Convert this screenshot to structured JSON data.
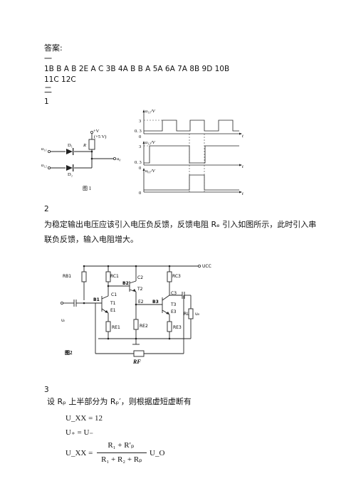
{
  "header": {
    "answers_label": "答案:"
  },
  "section1": {
    "marker": "一",
    "line1": "1B    B    A B    2E    A    C      3B    4A    B    B    A 5A    6A    7A    8B    9D    10B",
    "line2": "11C    12C"
  },
  "section2": {
    "marker": "二"
  },
  "q1": {
    "number": "1",
    "figure_caption": "图 1",
    "circuit": {
      "supply": "+V",
      "supply_value": "(+5 V)",
      "resistor": "R",
      "diode1": "D₁",
      "diode2": "D₂",
      "in1": "u₁₁",
      "in2": "u₁₂",
      "out": "u₀"
    },
    "waveforms": {
      "axis1": "u₁₁/V",
      "axis2": "u₁₂/V",
      "axis3": "u₀₁/V",
      "high": "3",
      "low": "0. 3",
      "zero": "0",
      "time": "t"
    }
  },
  "q2": {
    "number": "2",
    "answer_text": "为稳定输出电压应该引入电压负反馈，反馈电阻 Rₑ 引入如图所示，此时引入串联负反馈，输入电阻增大。",
    "figure_caption": "图2",
    "feedback_label": "RF",
    "labels": [
      "RB1",
      "RC1",
      "C2",
      "T2",
      "B2",
      "RC3",
      "UCC",
      "C1",
      "B1",
      "T1",
      "E1",
      "RE1",
      "E2",
      "RE2",
      "B3",
      "C3",
      "T3",
      "E3",
      "RE3",
      "RL",
      "u₀",
      "uᵢ"
    ]
  },
  "q3": {
    "number": "3",
    "intro": "设 Rₚ 上半部分为 Rₚ′，则根据虚短虚断有",
    "eq1": "U_XX = 12",
    "eq2": "U₊ = U₋",
    "eq3_lhs": "U_XX =",
    "eq3_num": "R₁ + R′ₚ",
    "eq3_den": "R₁ + R₂ + Rₚ",
    "eq3_rhs": "U_O"
  }
}
